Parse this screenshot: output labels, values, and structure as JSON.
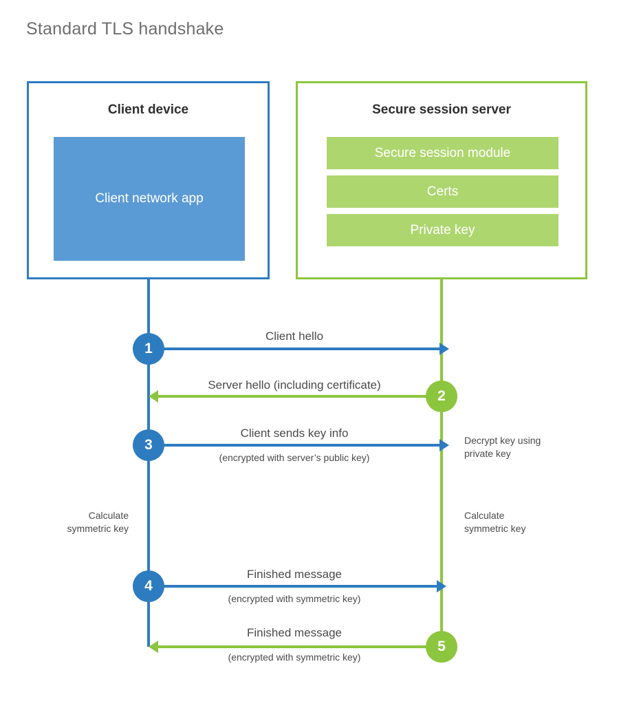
{
  "title": "Standard TLS handshake",
  "client": {
    "box_title": "Client device",
    "app_label": "Client network app",
    "accent_color": "#2e7cc0",
    "app_fill_color": "#5b9bd5"
  },
  "server": {
    "box_title": "Secure session server",
    "accent_color": "#8cc63e",
    "module_fill_color": "#aed66f",
    "modules": [
      {
        "label": "Secure session module"
      },
      {
        "label": "Certs"
      },
      {
        "label": "Private key"
      }
    ]
  },
  "steps": [
    {
      "number": "1",
      "label": "Client hello",
      "sublabel": "",
      "direction": "client-to-server",
      "color": "#2e7cc0"
    },
    {
      "number": "2",
      "label": "Server hello (including certificate)",
      "sublabel": "",
      "direction": "server-to-client",
      "color": "#8cc63e"
    },
    {
      "number": "3",
      "label": "Client sends key info",
      "sublabel": "(encrypted with server’s public key)",
      "direction": "client-to-server",
      "color": "#2e7cc0"
    },
    {
      "number": "4",
      "label": "Finished message",
      "sublabel": "(encrypted with symmetric key)",
      "direction": "client-to-server",
      "color": "#2e7cc0"
    },
    {
      "number": "5",
      "label": "Finished message",
      "sublabel": "(encrypted with symmetric key)",
      "direction": "server-to-client",
      "color": "#8cc63e"
    }
  ],
  "notes": {
    "server_decrypt": "Decrypt key using\nprivate key",
    "client_calculate": "Calculate\nsymmetric key",
    "server_calculate": "Calculate\nsymmetric key"
  }
}
